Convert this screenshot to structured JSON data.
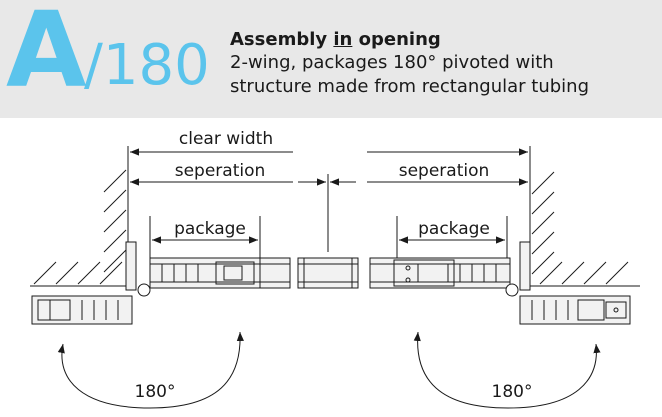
{
  "header": {
    "big_letter": "A",
    "angle": "/180",
    "title_part1": "Assembly ",
    "title_emph": "in",
    "title_part2": " opening",
    "line1": "2-wing, packages 180° pivoted with",
    "line2": "structure made from rectangular tubing"
  },
  "labels": {
    "clear_width": "clear width",
    "separation_left": "seperation",
    "separation_right": "seperation",
    "package_left": "package",
    "package_right": "package",
    "angle_left": "180°",
    "angle_right": "180°"
  },
  "colors": {
    "accent": "#5bc4ec",
    "header_bg": "#e8e8e8",
    "line": "#1a1a1a",
    "frame_fill": "#f2f2f2"
  }
}
